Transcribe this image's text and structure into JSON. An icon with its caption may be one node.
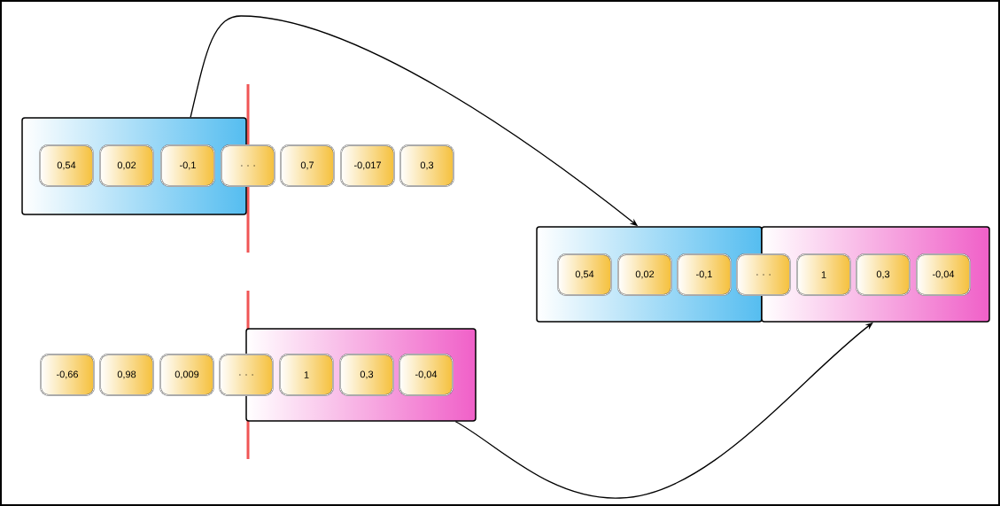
{
  "diagram": {
    "nodes": [
      {
        "text": [],
        "shape": "box"
      },
      {
        "text": [
          "0,54"
        ],
        "in": 0
      },
      {
        "text": [
          "0,02"
        ],
        "in": 0
      },
      {
        "text": [
          "-0,1"
        ],
        "in": 0
      },
      {
        "text": [
          ". . ."
        ]
      },
      {
        "text": [
          "0,7"
        ]
      },
      {
        "text": [
          "-0,017"
        ]
      },
      {
        "text": [
          "0,3"
        ]
      },
      {
        "text": [],
        "shape": "box"
      },
      {
        "text": [],
        "shape": "box"
      },
      {
        "text": [
          "0,54"
        ],
        "in": 8
      },
      {
        "text": [
          "0,02"
        ],
        "in": 8
      },
      {
        "text": [
          "-0,1"
        ],
        "in": 8
      },
      {
        "text": [
          ". . ."
        ]
      },
      {
        "text": [
          "1"
        ],
        "in": 9
      },
      {
        "text": [
          "0,3"
        ],
        "in": 9
      },
      {
        "text": [
          "-0,04"
        ],
        "in": 9
      },
      {
        "text": [],
        "shape": "box"
      },
      {
        "text": [
          "-0,66"
        ]
      },
      {
        "text": [
          "0,98"
        ]
      },
      {
        "text": [
          "0,009"
        ]
      },
      {
        "text": [
          ". . ."
        ]
      },
      {
        "text": [
          "1"
        ],
        "in": 17
      },
      {
        "text": [
          "0,3"
        ],
        "in": 17
      },
      {
        "text": [
          "-0,04"
        ],
        "in": 17
      }
    ],
    "edges": [
      {
        "from": 0,
        "to": 8,
        "arrow": "to"
      },
      {
        "from": 17,
        "to": 9,
        "arrow": "to"
      }
    ]
  }
}
